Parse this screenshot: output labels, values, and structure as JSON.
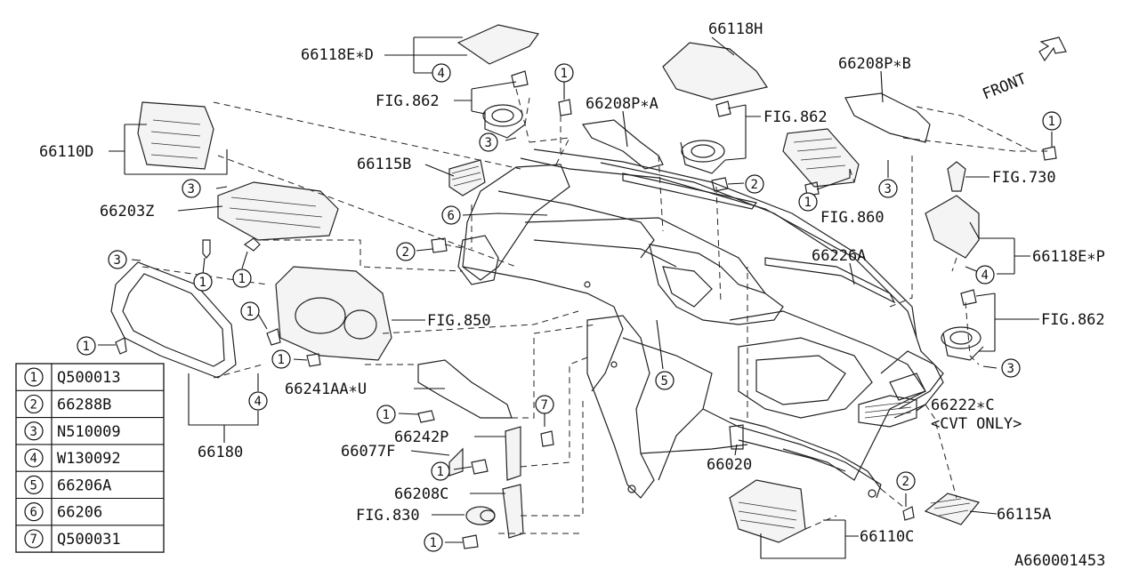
{
  "diagram_id": "A660001453",
  "front_label": "FRONT",
  "cvt_note": "<CVT ONLY>",
  "labels": {
    "p66118E_D": "66118E∗D",
    "p66118H": "66118H",
    "p66208P_B": "66208P∗B",
    "p66208P_A": "66208P∗A",
    "p66110D": "66110D",
    "p66115B": "66115B",
    "p66203Z": "66203Z",
    "p66226A": "66226A",
    "p66118E_P": "66118E∗P",
    "p66222_C": "66222∗C",
    "p66241AA_U": "66241AA∗U",
    "p66242P": "66242P",
    "p66077F": "66077F",
    "p66180": "66180",
    "p66020": "66020",
    "p66208C": "66208C",
    "p66110C": "66110C",
    "p66115A": "66115A",
    "fig862a": "FIG.862",
    "fig862b": "FIG.862",
    "fig862c": "FIG.862",
    "fig860": "FIG.860",
    "fig730": "FIG.730",
    "fig850": "FIG.850",
    "fig830": "FIG.830"
  },
  "callouts": {
    "c1": "1",
    "c2": "2",
    "c3": "3",
    "c4": "4",
    "c5": "5",
    "c6": "6",
    "c7": "7"
  },
  "legend": [
    {
      "num": "1",
      "part": "Q500013"
    },
    {
      "num": "2",
      "part": "66288B"
    },
    {
      "num": "3",
      "part": "N510009"
    },
    {
      "num": "4",
      "part": "W130092"
    },
    {
      "num": "5",
      "part": "66206A"
    },
    {
      "num": "6",
      "part": "66206"
    },
    {
      "num": "7",
      "part": "Q500031"
    }
  ]
}
